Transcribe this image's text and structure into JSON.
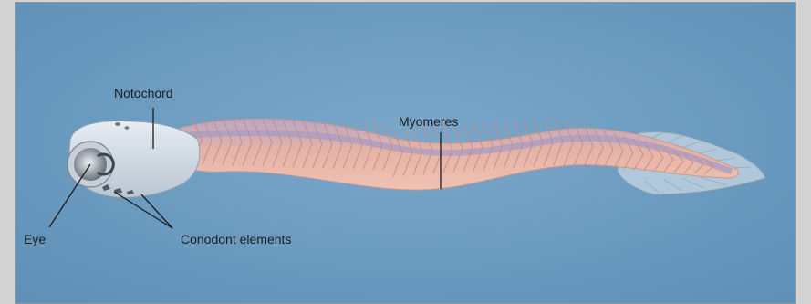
{
  "labels": {
    "notochord": "Notochord",
    "myomeres": "Myomeres",
    "eye": "Eye",
    "conodont_elements": "Conodont elements"
  },
  "colors": {
    "background": "#6f9ec2",
    "body_pink": "#e9b6a6",
    "notochord_band": "#a99fc3",
    "head_gray": "#c9d3dd",
    "leader_line": "#1c1c1c"
  }
}
